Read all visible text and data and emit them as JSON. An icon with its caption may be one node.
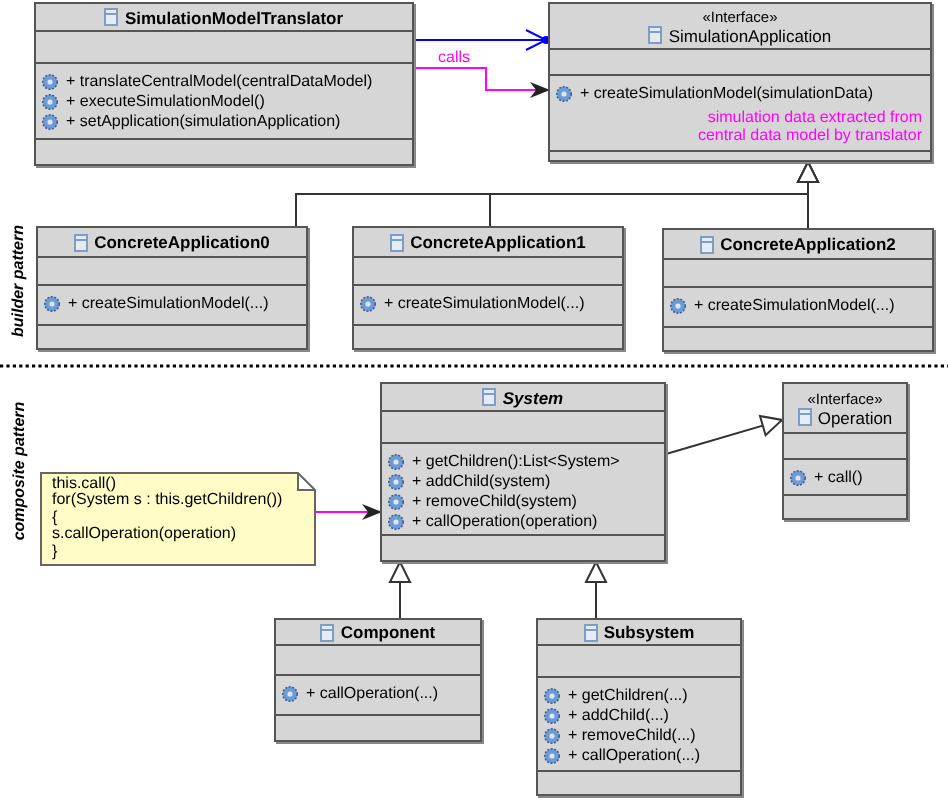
{
  "diagram": {
    "nodes": [
      {
        "text": [
          "SimulationModelTranslator",
          "+ translateCentralModel(centralDataModel)",
          "+ executeSimulationModel()",
          "+ setApplication(simulationApplication)"
        ]
      },
      {
        "text": [
          "«Interface»",
          "SimulationApplication",
          "+ createSimulationModel(simulationData)",
          "simulation data extracted from central data model by translator"
        ]
      },
      {
        "text": [
          "ConcreteApplication0",
          "+ createSimulationModel(...)"
        ]
      },
      {
        "text": [
          "ConcreteApplication1",
          "+ createSimulationModel(...)"
        ]
      },
      {
        "text": [
          "ConcreteApplication2",
          "+ createSimulationModel(...)"
        ]
      },
      {
        "text": [
          "System",
          "+ getChildren():List<System>",
          "+ addChild(system)",
          "+ removeChild(system)",
          "+ callOperation(operation)"
        ]
      },
      {
        "text": [
          "«Interface»",
          "Operation",
          "+ call()"
        ]
      },
      {
        "text": [
          "this.call()",
          "for(System s : this.getChildren())",
          "{",
          "s.callOperation(operation)",
          "}"
        ]
      },
      {
        "text": [
          "Component",
          "+ callOperation(...)"
        ]
      },
      {
        "text": [
          "Subsystem",
          "+ getChildren(...)",
          "+ addChild(...)",
          "+ removeChild(...)",
          "+ callOperation(...)"
        ]
      }
    ],
    "edges": [
      {
        "from": 0,
        "to": 1,
        "arrow": "to",
        "color": "#0000ff"
      },
      {
        "from": 0,
        "to": 1,
        "arrow": "to",
        "label": "calls",
        "color": "#ff00ff"
      },
      {
        "from": 2,
        "to": 1,
        "arrow": "to"
      },
      {
        "from": 3,
        "to": 1,
        "arrow": "to"
      },
      {
        "from": 4,
        "to": 1,
        "arrow": "to"
      },
      {
        "from": 7,
        "to": 5,
        "arrow": "to",
        "color": "#ff00ff"
      },
      {
        "from": 5,
        "to": 6,
        "arrow": "to"
      },
      {
        "from": 8,
        "to": 5,
        "arrow": "to"
      },
      {
        "from": 9,
        "to": 5,
        "arrow": "to"
      }
    ],
    "labels": [
      "builder pattern",
      "composite pattern"
    ]
  }
}
